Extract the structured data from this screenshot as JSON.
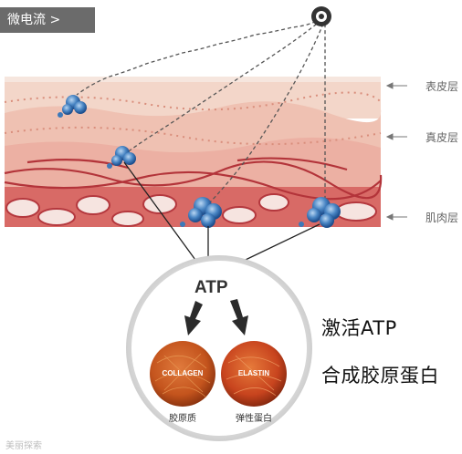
{
  "header": {
    "tag": "微电流 >"
  },
  "skin_layers": {
    "epidermis": "表皮层",
    "dermis": "真皮层",
    "muscle": "肌肉层"
  },
  "center": {
    "atp": "ATP"
  },
  "fibers": {
    "collagen": {
      "label": "COLLAGEN",
      "caption": "胶原质"
    },
    "elastin": {
      "label": "ELASTIN",
      "caption": "弹性蛋白"
    }
  },
  "effects": {
    "line1": "激活ATP",
    "line2": "合成胶原蛋白"
  },
  "watermark": "美丽探索",
  "colors": {
    "epidermis": "#f3d9cc",
    "dermis": "#f0c3b5",
    "muscle": "#c64a4e",
    "collagen": "#c4541d",
    "elastin": "#c8441e",
    "molecule": "#3d79b9"
  }
}
